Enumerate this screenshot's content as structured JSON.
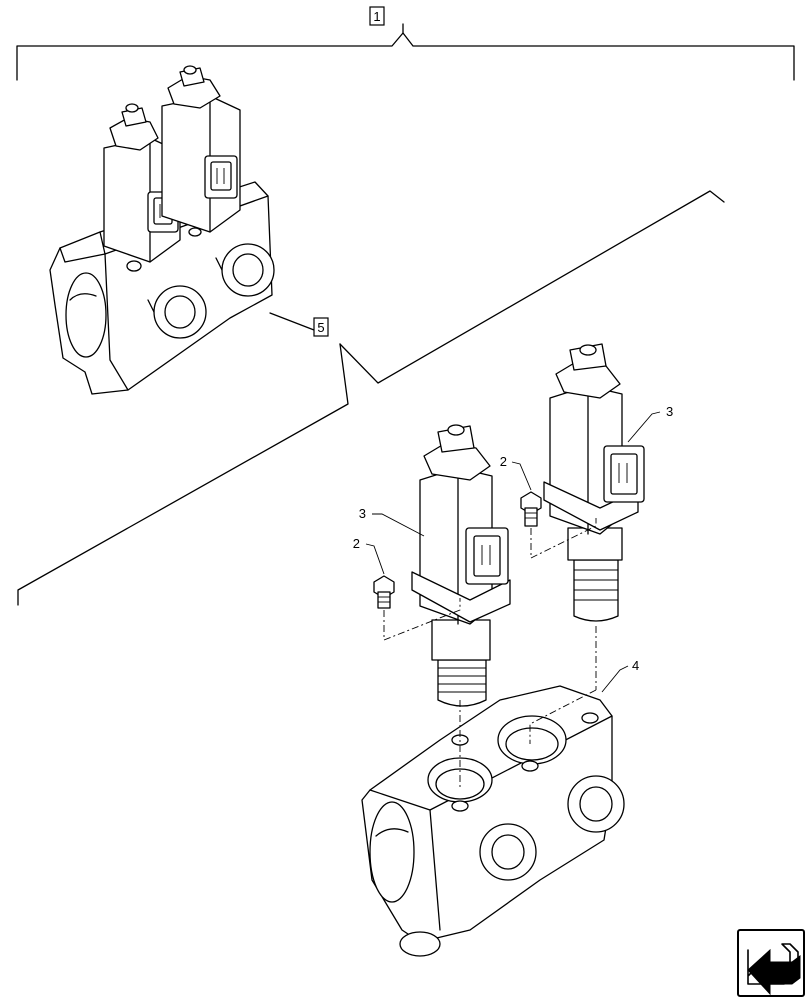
{
  "callouts": {
    "assembly": "1",
    "bolt_a": "2",
    "bolt_b": "2",
    "solenoid_a": "3",
    "solenoid_b": "3",
    "valve_body": "4",
    "subassembly": "5"
  },
  "nav_icon": "next-page-arrow-icon"
}
